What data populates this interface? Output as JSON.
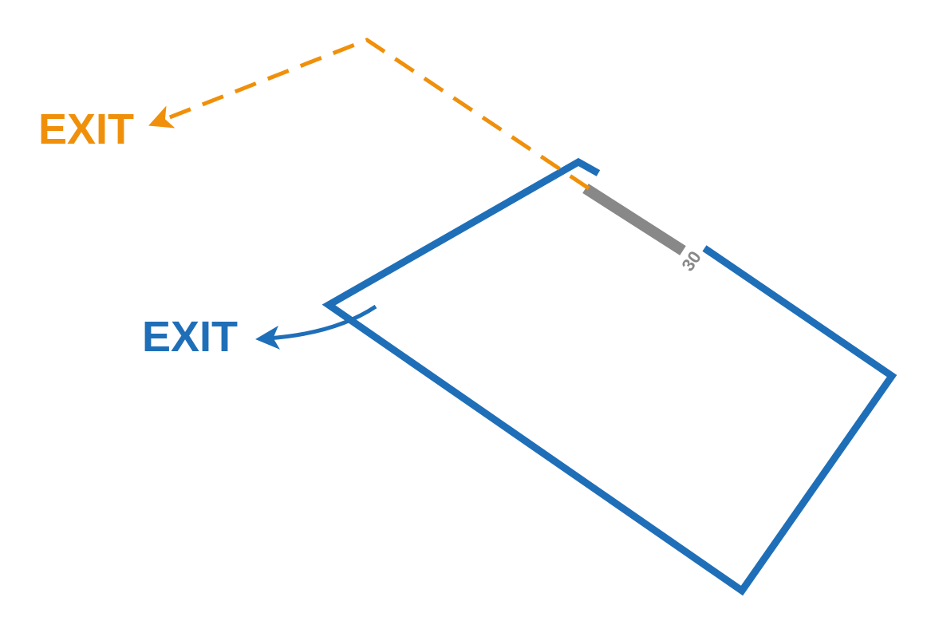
{
  "exits": {
    "primary_label": "EXIT",
    "secondary_label": "EXIT"
  },
  "opening": {
    "value_label": "30"
  },
  "colors": {
    "wall": "#1f6fb8",
    "secondary_route": "#f0900a",
    "opening": "#888888",
    "background": "#ffffff"
  }
}
